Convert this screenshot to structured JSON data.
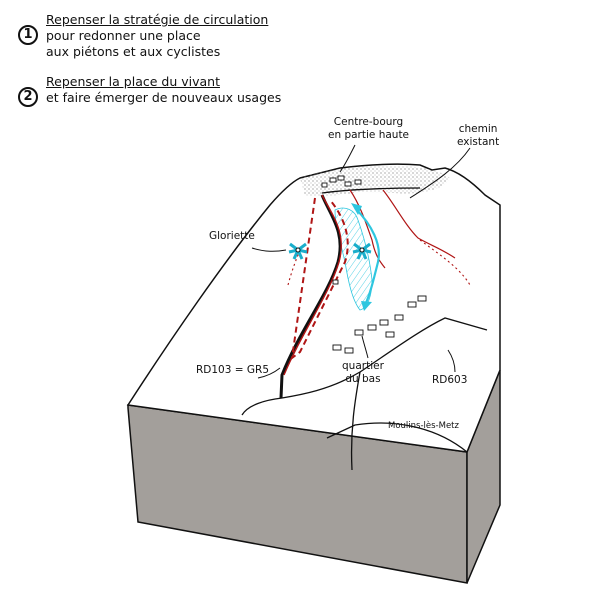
{
  "legend": [
    {
      "number": "1",
      "heading": "Repenser la stratégie de circulation",
      "lines": [
        "pour redonner une place",
        "aux piétons et aux cyclistes"
      ]
    },
    {
      "number": "2",
      "heading": "Repenser la place du vivant",
      "lines": [
        "et faire émerger de nouveaux usages"
      ]
    }
  ],
  "labels": {
    "centre_bourg": [
      "Centre-bourg",
      "en partie haute"
    ],
    "chemin": [
      "chemin",
      "existant"
    ],
    "gloriette": "Gloriette",
    "rd103": "RD103 = GR5",
    "quartier": [
      "quartier",
      "du bas"
    ],
    "rd603": "RD603",
    "commune": "Moulins-lès-Metz"
  },
  "colors": {
    "terrain_top": "#ffffff",
    "terrain_side": "#a39f9b",
    "outline": "#111111",
    "road": "#111111",
    "red_path": "#b01515",
    "cyan_path": "#2ec6df",
    "village_fill": "#e6e2dc"
  },
  "icons": [
    "gloriette-icon",
    "house-icon"
  ]
}
